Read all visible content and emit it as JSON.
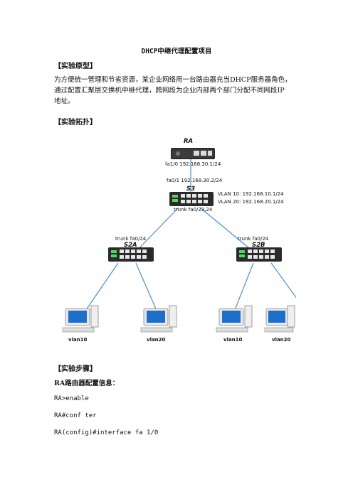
{
  "document": {
    "title": "DHCP中继代理配置项目",
    "section_prototype": "【实验原型】",
    "paragraph_lines": [
      "为方便统一管理和节省资源，某企业网络用一台路由器充当DHCP服务器角色，",
      "通过配置汇聚层交换机中继代理，跨网段为企业内部两个部门分配不同网段IP",
      "地址。"
    ],
    "section_topology": "【实验拓扑】",
    "section_steps": "【实验步骤】",
    "ra_config_label": "RA路由器配置信息：",
    "commands": [
      "RA>enable",
      "RA#conf ter",
      "RA(config)#interface fa 1/0"
    ]
  },
  "topology": {
    "router_name": "RA",
    "router_if": "fa1/0 192.168.30.1/24",
    "s3_uplink": "fa0/1 192.168.30.2/24",
    "s3_name": "S3",
    "s3_vlan10": "VLAN 10: 192.168.10.1/24",
    "s3_vlan20": "VLAN 20: 192.168.20.1/24",
    "s3_trunk": "trunk fa0/23,24",
    "s2a_trunk": "trunk fa0/24",
    "s2a_name": "S2A",
    "s2b_trunk": "trunk fa0/24",
    "s2b_name": "S2B",
    "pc_labels": [
      "vlan10",
      "vlan20",
      "vlan10",
      "vlan20"
    ],
    "link_color": "#4a8fd8"
  }
}
